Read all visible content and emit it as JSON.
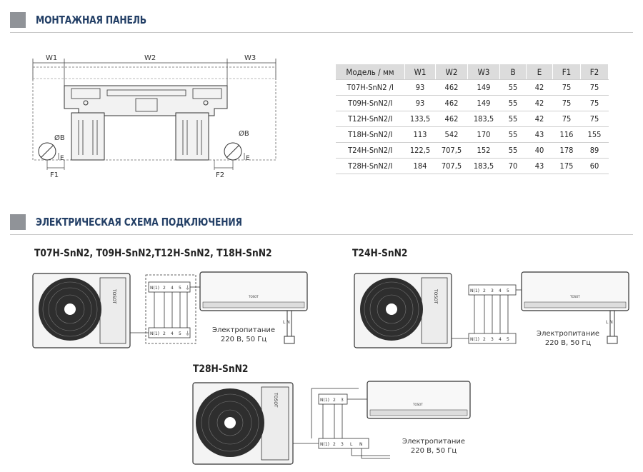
{
  "sections": {
    "mounting_title": "МОНТАЖНАЯ ПАНЕЛЬ",
    "wiring_title": "ЭЛЕКТРИЧЕСКАЯ СХЕМА ПОДКЛЮЧЕНИЯ"
  },
  "drawing": {
    "w1": "W1",
    "w2": "W2",
    "w3": "W3",
    "b": "ØB",
    "e": "E",
    "f1": "F1",
    "f2": "F2"
  },
  "table": {
    "headers": [
      "Модель / мм",
      "W1",
      "W2",
      "W3",
      "B",
      "E",
      "F1",
      "F2"
    ],
    "rows": [
      [
        "T07H-SnN2 /I",
        "93",
        "462",
        "149",
        "55",
        "42",
        "75",
        "75"
      ],
      [
        "T09H-SnN2/I",
        "93",
        "462",
        "149",
        "55",
        "42",
        "75",
        "75"
      ],
      [
        "T12H-SnN2/I",
        "133,5",
        "462",
        "183,5",
        "55",
        "42",
        "75",
        "75"
      ],
      [
        "T18H-SnN2/I",
        "113",
        "542",
        "170",
        "55",
        "43",
        "116",
        "155"
      ],
      [
        "T24H-SnN2/I",
        "122,5",
        "707,5",
        "152",
        "55",
        "40",
        "178",
        "89"
      ],
      [
        "T28H-SnN2/I",
        "184",
        "707,5",
        "183,5",
        "70",
        "43",
        "175",
        "60"
      ]
    ]
  },
  "diagrams": {
    "group1_title": "T07H-SnN2, T09H-SnN2,T12H-SnN2, T18H-SnN2",
    "group2_title": "T24H-SnN2",
    "group3_title": "T28H-SnN2",
    "power_line1": "Электропитание",
    "power_line2": "220 В, 50 Гц",
    "brand": "TOSOT",
    "terminals_a": [
      "N(1)",
      "2",
      "4",
      "5",
      "⏚"
    ],
    "terminals_b": [
      "N(1)",
      "2",
      "3",
      "4",
      "5"
    ],
    "terminals_c": [
      "N(1)",
      "2",
      "3"
    ],
    "terminals_c_out": [
      "N(1)",
      "2",
      "3",
      "L",
      "N"
    ],
    "ln": "L N"
  },
  "colors": {
    "heading": "#233f66",
    "section_square": "#909398",
    "table_header": "#dcdcdc"
  }
}
